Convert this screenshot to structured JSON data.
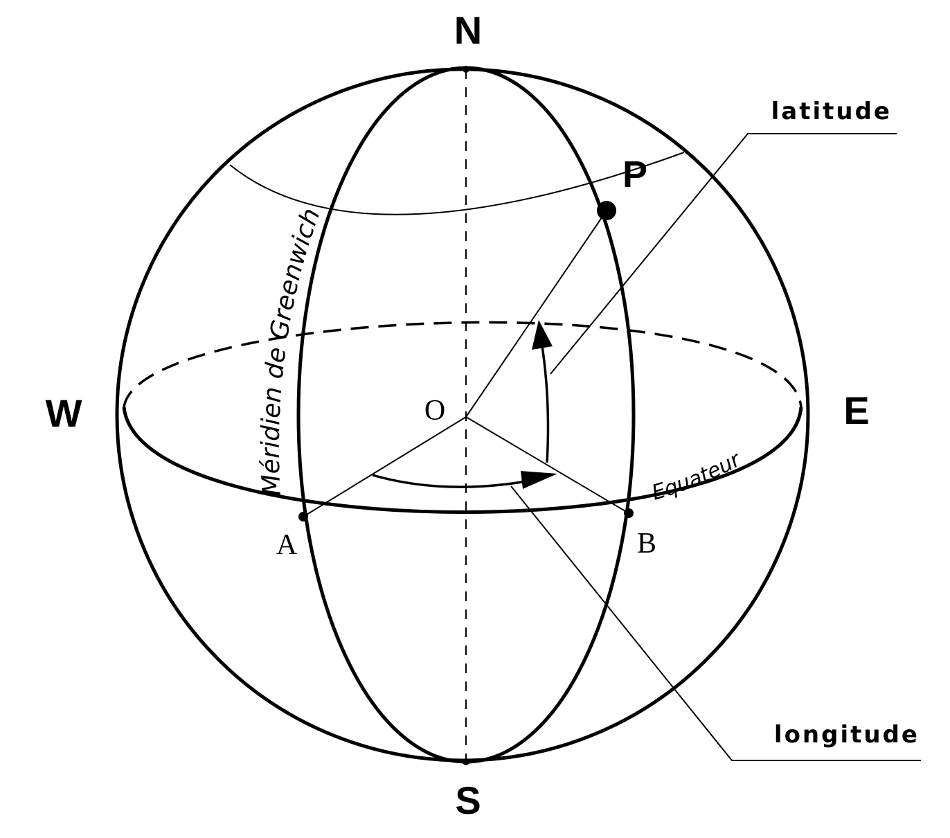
{
  "labels": {
    "north": "N",
    "south": "S",
    "west": "W",
    "east": "E",
    "point_p": "P",
    "center_o": "O",
    "point_a": "A",
    "point_b": "B",
    "greenwich_meridian": "Méridien de Greenwich",
    "equator": "Equateur",
    "latitude": "latitude",
    "longitude": "longitude"
  }
}
